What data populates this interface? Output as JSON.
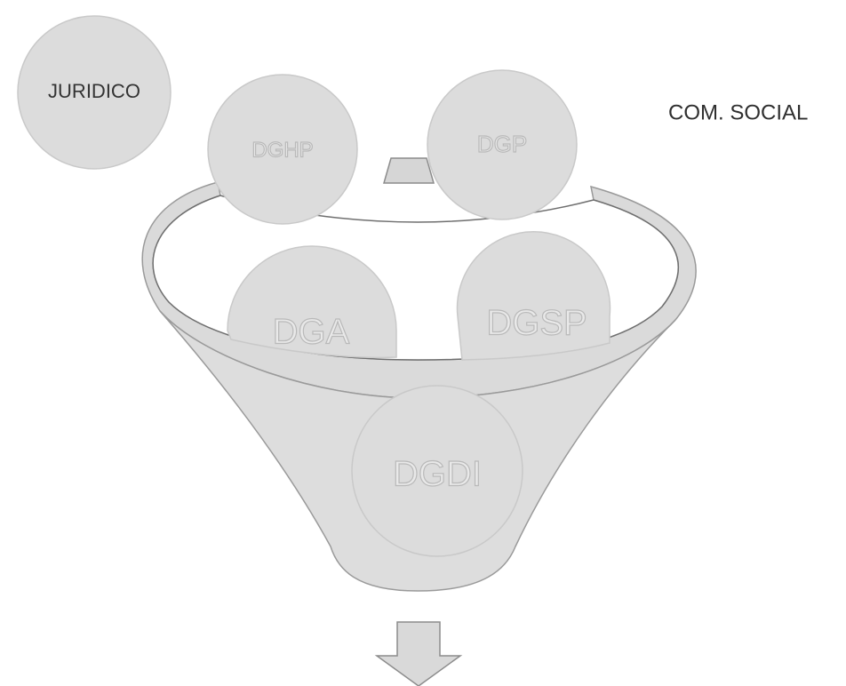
{
  "diagram": {
    "nodes": {
      "juridico": "JURIDICO",
      "dghp": "DGHP",
      "dgp": "DGP",
      "com_social": "COM. SOCIAL",
      "dga": "DGA",
      "dgsp": "DGSP",
      "dgdi": "DGDI"
    }
  }
}
